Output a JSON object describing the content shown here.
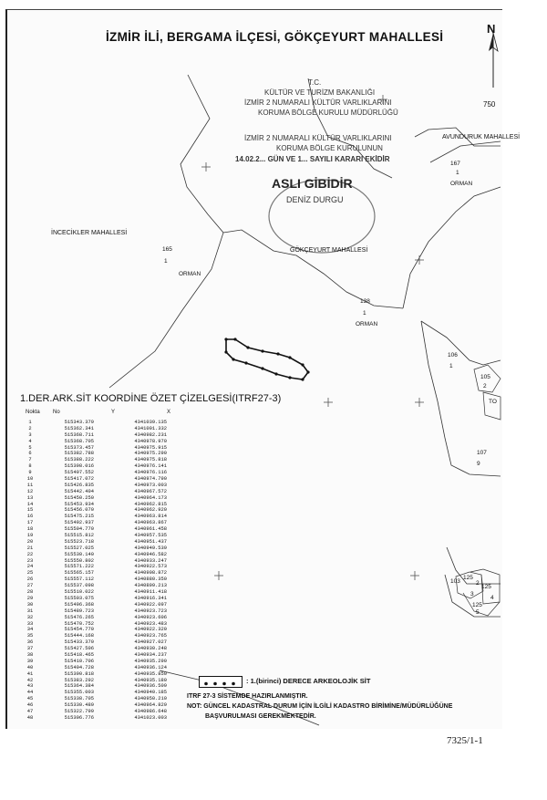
{
  "map": {
    "title": "İZMİR İLİ, BERGAMA İLÇESİ, GÖKÇEYURT MAHALLESİ",
    "north_label": "N",
    "corner_number": "750",
    "stamp": {
      "line1": "T.C.",
      "line2": "KÜLTÜR VE TURİZM BAKANLIĞI",
      "line3": "İZMİR 2 NUMARALI KÜLTÜR VARLIKLARINI",
      "line4": "KORUMA BÖLGE KURULU MÜDÜRLÜĞÜ",
      "line5": "İZMİR 2 NUMARALI KÜLTÜR VARLIKLARINI",
      "line6": "KORUMA BÖLGE KURULUNUN",
      "line7": "14.02.2... GÜN VE 1... SAYILI KARARI EKİDİR",
      "asli": "ASLI GİBİDİR",
      "name": "DENİZ DURGU"
    },
    "neighborhoods": {
      "incecikler": "İNCECİKLER MAHALLESİ",
      "gokceyurt": "GÖKÇEYURT MAHALLESİ",
      "avunduruk": "AVUNDURUK MAHALLESİ"
    },
    "parcels": [
      {
        "num": "167",
        "sub": "1",
        "type": "ORMAN"
      },
      {
        "num": "165",
        "sub": "1",
        "type": "ORMAN"
      },
      {
        "num": "138",
        "sub": "1",
        "type": "ORMAN"
      },
      {
        "num": "106",
        "sub": "1",
        "type": ""
      },
      {
        "num": "107",
        "sub": "9",
        "type": ""
      }
    ],
    "small_labels": [
      "105",
      "2",
      "TO",
      "103",
      "125",
      "125",
      "125",
      "2",
      "3",
      "4",
      "5"
    ]
  },
  "table": {
    "title": "1.DER.ARK.SİT  KOORDİNE ÖZET ÇİZELGESİ(ITRF27-3)",
    "headers": [
      "Nokta",
      "No",
      "Y",
      "X"
    ],
    "rows": [
      [
        "1",
        "515343.379",
        "4341039.135"
      ],
      [
        "2",
        "515362.341",
        "4341001.332"
      ],
      [
        "3",
        "515368.711",
        "4340982.231"
      ],
      [
        "4",
        "515368.705",
        "4340978.970"
      ],
      [
        "5",
        "515373.457",
        "4340975.915"
      ],
      [
        "6",
        "515382.788",
        "4340975.290"
      ],
      [
        "7",
        "515388.222",
        "4340975.818"
      ],
      [
        "8",
        "515398.016",
        "4340976.141"
      ],
      [
        "9",
        "515407.552",
        "4340976.116"
      ],
      [
        "10",
        "515417.072",
        "4340974.790"
      ],
      [
        "11",
        "515426.835",
        "4340973.003"
      ],
      [
        "12",
        "515442.404",
        "4340967.572"
      ],
      [
        "13",
        "515450.250",
        "4340964.173"
      ],
      [
        "14",
        "515453.934",
        "4340962.815"
      ],
      [
        "15",
        "515456.070",
        "4340962.920"
      ],
      [
        "16",
        "515475.215",
        "4340963.814"
      ],
      [
        "17",
        "515492.937",
        "4340963.867"
      ],
      [
        "18",
        "515504.770",
        "4340961.458"
      ],
      [
        "19",
        "515515.812",
        "4340957.535"
      ],
      [
        "20",
        "515523.718",
        "4340951.437"
      ],
      [
        "21",
        "515527.025",
        "4340949.539"
      ],
      [
        "22",
        "515530.140",
        "4340946.582"
      ],
      [
        "23",
        "515550.802",
        "4340933.247"
      ],
      [
        "24",
        "515571.222",
        "4340922.573"
      ],
      [
        "25",
        "515565.157",
        "4340908.872"
      ],
      [
        "26",
        "515557.112",
        "4340880.350"
      ],
      [
        "27",
        "515537.098",
        "4340899.213"
      ],
      [
        "28",
        "515510.022",
        "4340911.418"
      ],
      [
        "29",
        "515503.075",
        "4340916.341"
      ],
      [
        "30",
        "515496.368",
        "4340922.097"
      ],
      [
        "31",
        "515489.723",
        "4340923.723"
      ],
      [
        "32",
        "515476.265",
        "4340923.606"
      ],
      [
        "33",
        "515470.752",
        "4340923.483"
      ],
      [
        "34",
        "515454.770",
        "4340922.320"
      ],
      [
        "35",
        "515444.168",
        "4340923.765"
      ],
      [
        "36",
        "515433.370",
        "4340927.027"
      ],
      [
        "37",
        "515427.506",
        "4340930.248"
      ],
      [
        "38",
        "515418.465",
        "4340934.237"
      ],
      [
        "39",
        "515410.706",
        "4340935.290"
      ],
      [
        "40",
        "515404.728",
        "4340936.124"
      ],
      [
        "41",
        "515390.818",
        "4340935.850"
      ],
      [
        "42",
        "515383.292",
        "4340935.180"
      ],
      [
        "43",
        "515364.384",
        "4340936.509"
      ],
      [
        "44",
        "515355.003",
        "4340940.185"
      ],
      [
        "45",
        "515338.705",
        "4340950.210"
      ],
      [
        "46",
        "515330.489",
        "4340964.829"
      ],
      [
        "47",
        "515322.799",
        "4340986.648"
      ],
      [
        "48",
        "515306.776",
        "4341023.003"
      ]
    ]
  },
  "legend": {
    "label": ": 1.(birinci) DERECE ARKEOLOJİK SİT"
  },
  "notes": {
    "line1": "ITRF 27-3 SİSTEMDE HAZIRLANMIŞTIR.",
    "line2": "NOT: GÜNCEL KADASTRAL DURUM İÇİN İLGİLİ KADASTRO BİRİMİNE/MÜDÜRLÜĞÜNE",
    "line3": "BAŞVURULMASI GEREKMEKTEDİR."
  },
  "footer": {
    "ref": "7325/1-1"
  }
}
